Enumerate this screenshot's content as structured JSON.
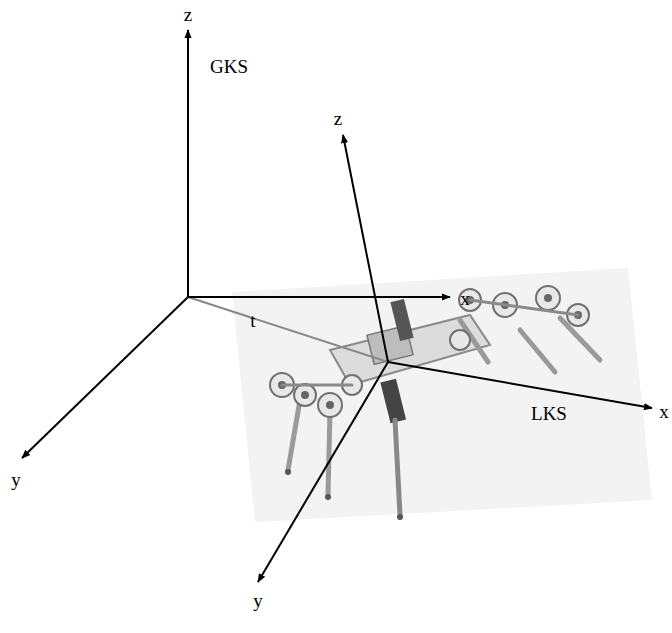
{
  "diagram": {
    "labels": [
      "z",
      "GKS",
      "z",
      "x",
      "t",
      "LKS",
      "x",
      "y",
      "y"
    ]
  }
}
